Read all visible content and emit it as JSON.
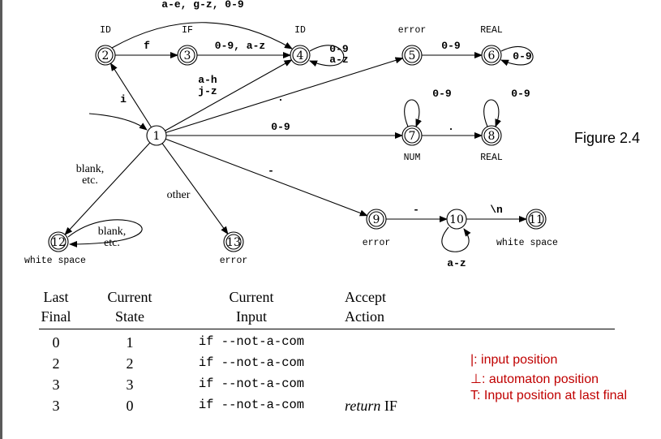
{
  "figure_label": "Figure 2.4",
  "states": [
    {
      "id": "1",
      "tag": "",
      "final": false
    },
    {
      "id": "2",
      "tag": "ID",
      "final": true
    },
    {
      "id": "3",
      "tag": "IF",
      "final": true
    },
    {
      "id": "4",
      "tag": "ID",
      "final": true
    },
    {
      "id": "5",
      "tag": "error",
      "final": true
    },
    {
      "id": "6",
      "tag": "REAL",
      "final": true
    },
    {
      "id": "7",
      "tag": "NUM",
      "final": true
    },
    {
      "id": "8",
      "tag": "REAL",
      "final": true
    },
    {
      "id": "9",
      "tag": "error",
      "final": true
    },
    {
      "id": "10",
      "tag": "",
      "final": false
    },
    {
      "id": "11",
      "tag": "white space",
      "final": true
    },
    {
      "id": "12",
      "tag": "white space",
      "final": true
    },
    {
      "id": "13",
      "tag": "error",
      "final": true
    }
  ],
  "transitions": [
    {
      "from": "1",
      "to": "2",
      "label": "i"
    },
    {
      "from": "2",
      "to": "3",
      "label": "f"
    },
    {
      "from": "2",
      "to": "4",
      "label": "a-e, g-z, 0-9"
    },
    {
      "from": "3",
      "to": "4",
      "label": "0-9, a-z"
    },
    {
      "from": "4",
      "to": "4",
      "label": "0-9 a-z",
      "label_lines": [
        "0-9",
        "a-z"
      ]
    },
    {
      "from": "1",
      "to": "4",
      "label": "a-h j-z",
      "label_lines": [
        "a-h",
        "j-z"
      ]
    },
    {
      "from": "1",
      "to": "5",
      "label": "."
    },
    {
      "from": "5",
      "to": "6",
      "label": "0-9"
    },
    {
      "from": "6",
      "to": "6",
      "label": "0-9"
    },
    {
      "from": "1",
      "to": "7",
      "label": "0-9"
    },
    {
      "from": "7",
      "to": "7",
      "label": "0-9"
    },
    {
      "from": "7",
      "to": "8",
      "label": "."
    },
    {
      "from": "8",
      "to": "8",
      "label": "0-9"
    },
    {
      "from": "1",
      "to": "9",
      "label": "-"
    },
    {
      "from": "9",
      "to": "10",
      "label": "-"
    },
    {
      "from": "10",
      "to": "10",
      "label": "a-z"
    },
    {
      "from": "10",
      "to": "11",
      "label": "\\n"
    },
    {
      "from": "1",
      "to": "12",
      "label": "blank, etc.",
      "label_lines": [
        "blank,",
        "etc."
      ]
    },
    {
      "from": "12",
      "to": "12",
      "label": "blank, etc.",
      "label_lines": [
        "blank,",
        "etc."
      ]
    },
    {
      "from": "1",
      "to": "13",
      "label": "other"
    }
  ],
  "table": {
    "header_top": [
      "Last",
      "Current",
      "Current",
      "Accept"
    ],
    "header_bottom": [
      "Final",
      "State",
      "Input",
      "Action"
    ],
    "rows": [
      {
        "last_final": "0",
        "current_state": "1",
        "current_input": "if --not-a-com",
        "accept_action": ""
      },
      {
        "last_final": "2",
        "current_state": "2",
        "current_input": "if --not-a-com",
        "accept_action": ""
      },
      {
        "last_final": "3",
        "current_state": "3",
        "current_input": "if --not-a-com",
        "accept_action": ""
      },
      {
        "last_final": "3",
        "current_state": "0",
        "current_input": "if --not-a-com",
        "accept_action": "return IF"
      }
    ]
  },
  "legend": [
    "|:  input position",
    "⊥: automaton position",
    "T: Input position at last final"
  ],
  "colors": {
    "legend": "#c00000",
    "ink": "#000000"
  }
}
